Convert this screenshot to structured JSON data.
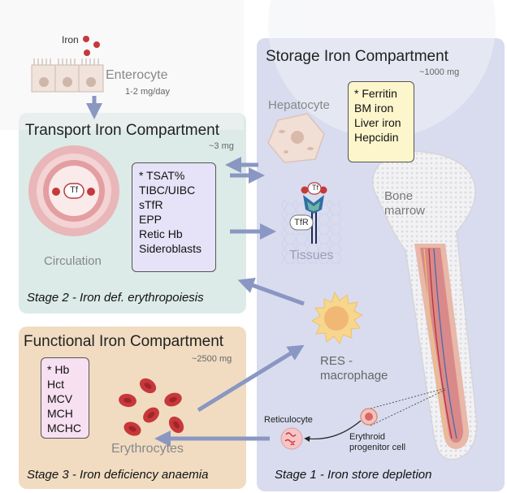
{
  "top": {
    "iron_label": "Iron",
    "enterocyte_label": "Enterocyte",
    "enterocyte_rate": "1-2 mg/day"
  },
  "storage": {
    "title": "Storage Iron Compartment",
    "amount": "~1000 mg",
    "hepatocyte_label": "Hepatocyte",
    "markers": [
      "* Ferritin",
      "BM iron",
      "Liver iron",
      "Hepcidin"
    ],
    "bone_marrow_label": [
      "Bone",
      "marrow"
    ],
    "tissues_label": "Tissues",
    "tf_label": "Tf",
    "tfr_label": "TfR",
    "res_label": [
      "RES -",
      "macrophage"
    ],
    "reticulocyte_label": "Reticulocyte",
    "erythroid_label": [
      "Erythroid",
      "progenitor cell"
    ],
    "stage": "Stage 1 - Iron store depletion"
  },
  "transport": {
    "title": "Transport Iron Compartment",
    "amount": "~3 mg",
    "markers": [
      "* TSAT%",
      "TIBC/UIBC",
      "sTfR",
      "EPP",
      "Retic Hb",
      "Sideroblasts"
    ],
    "tf_label": "Tf",
    "circulation_label": "Circulation",
    "stage": "Stage 2 - Iron def. erythropoiesis"
  },
  "functional": {
    "title": "Functional Iron Compartment",
    "amount": "~2500 mg",
    "markers": [
      "* Hb",
      "Hct",
      "MCV",
      "MCH",
      "MCHC"
    ],
    "erythrocytes_label": "Erythrocytes",
    "stage": "Stage 3 - Iron deficiency anaemia"
  },
  "colors": {
    "storage_bg": "#d9dcef",
    "transport_bg": "#dcebe7",
    "functional_bg": "#f1dcc2",
    "marker_yellow": "#fdf6cd",
    "marker_lavender": "#e6e2f7",
    "marker_pink": "#f6e0f1",
    "arrow": "#8a97c2",
    "iron_red": "#c7383b"
  }
}
